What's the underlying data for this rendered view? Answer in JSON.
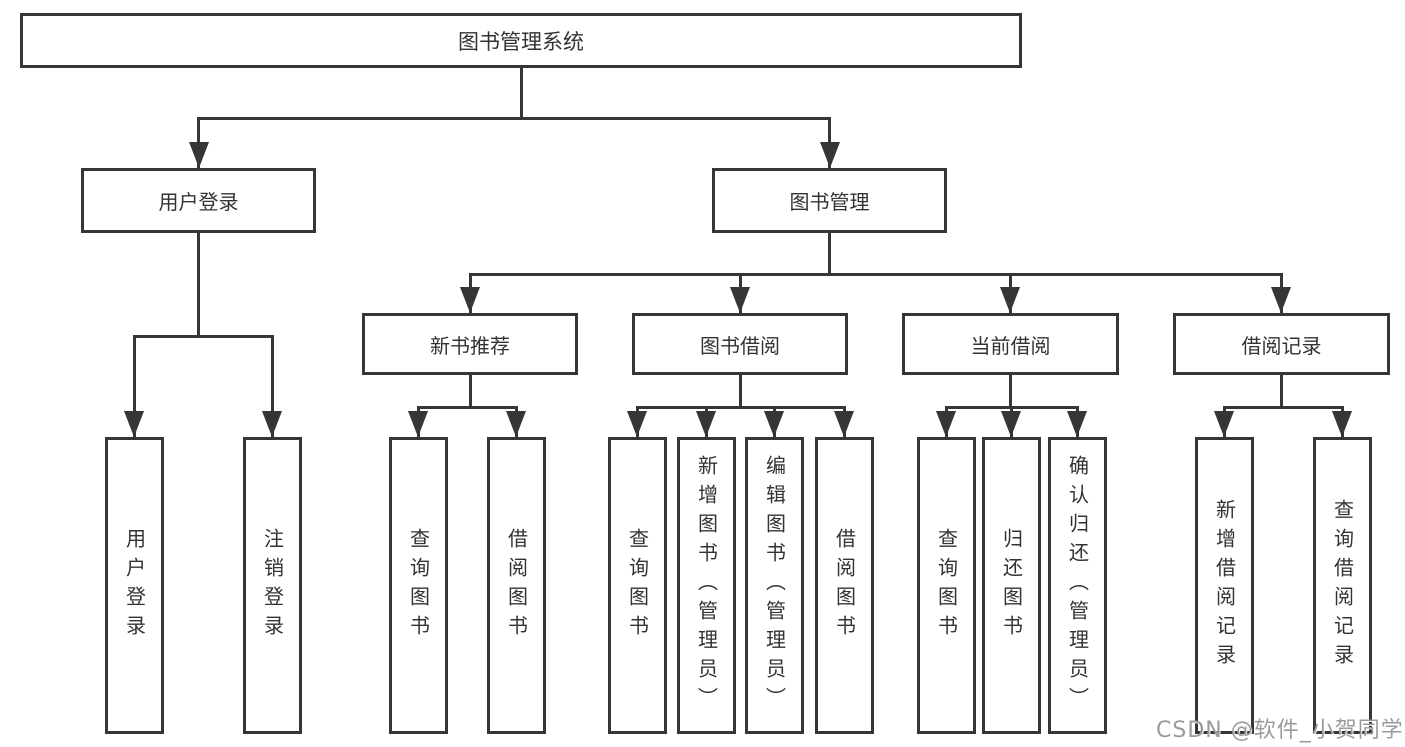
{
  "diagram": {
    "root": {
      "label": "图书管理系统"
    },
    "children": [
      {
        "label": "用户登录",
        "children": [
          {
            "label": "用户登录"
          },
          {
            "label": "注销登录"
          }
        ]
      },
      {
        "label": "图书管理",
        "children": [
          {
            "label": "新书推荐",
            "children": [
              {
                "label": "查询图书"
              },
              {
                "label": "借阅图书"
              }
            ]
          },
          {
            "label": "图书借阅",
            "children": [
              {
                "label": "查询图书"
              },
              {
                "label": "新增图书（管理员）"
              },
              {
                "label": "编辑图书（管理员）"
              },
              {
                "label": "借阅图书"
              }
            ]
          },
          {
            "label": "当前借阅",
            "children": [
              {
                "label": "查询图书"
              },
              {
                "label": "归还图书"
              },
              {
                "label": "确认归还（管理员）"
              }
            ]
          },
          {
            "label": "借阅记录",
            "children": [
              {
                "label": "新增借阅记录"
              },
              {
                "label": "查询借阅记录"
              }
            ]
          }
        ]
      }
    ]
  },
  "watermark": "CSDN @软件_小贺同学",
  "colors": {
    "line": "#363636",
    "text": "#333333",
    "background": "#ffffff",
    "watermark": "#9b9b9b"
  }
}
